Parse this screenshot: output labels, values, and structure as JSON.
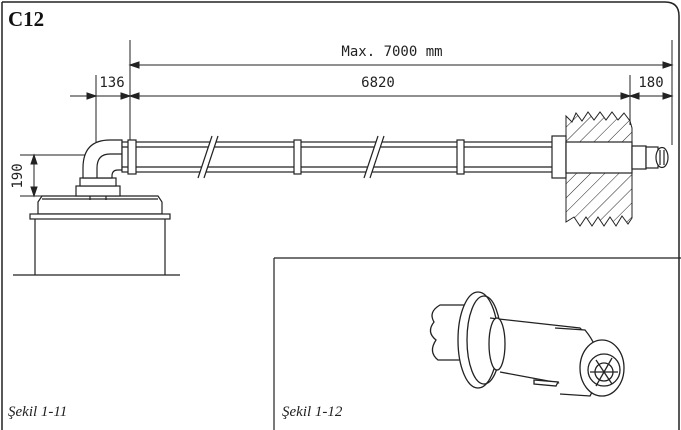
{
  "title": "C12",
  "dimensions": {
    "max_length": "Max. 7000 mm",
    "pipe_length": "6820",
    "left_offset": "136",
    "right_offset": "180",
    "height": "190"
  },
  "captions": {
    "figure_1": "Şekil 1-11",
    "figure_2": "Şekil 1-12"
  }
}
